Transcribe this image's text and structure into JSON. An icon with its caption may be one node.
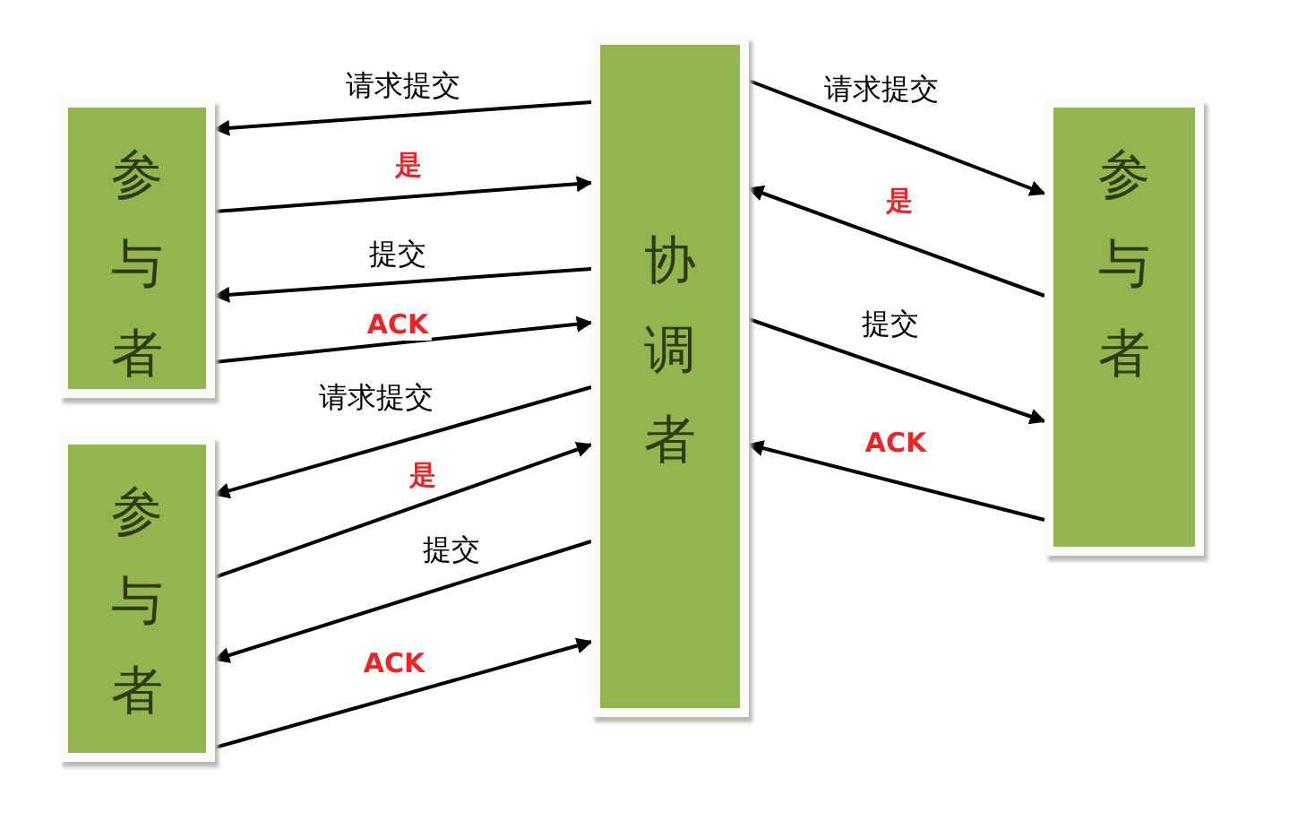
{
  "diagram": {
    "nodes": [
      {
        "text": [
          "参与者"
        ]
      },
      {
        "text": [
          "参与者"
        ]
      },
      {
        "text": [
          "协调者"
        ]
      },
      {
        "text": [
          "参与者"
        ]
      }
    ],
    "edges": [
      {
        "from": 2,
        "to": 0,
        "arrow": "to",
        "label": "请求提交"
      },
      {
        "from": 0,
        "to": 2,
        "arrow": "to",
        "label": "是"
      },
      {
        "from": 2,
        "to": 0,
        "arrow": "to",
        "label": "提交"
      },
      {
        "from": 0,
        "to": 2,
        "arrow": "to",
        "label": "ACK"
      },
      {
        "from": 2,
        "to": 1,
        "arrow": "to",
        "label": "请求提交"
      },
      {
        "from": 1,
        "to": 2,
        "arrow": "to",
        "label": "是"
      },
      {
        "from": 2,
        "to": 1,
        "arrow": "to",
        "label": "提交"
      },
      {
        "from": 1,
        "to": 2,
        "arrow": "to",
        "label": "ACK"
      },
      {
        "from": 2,
        "to": 3,
        "arrow": "to",
        "label": "请求提交"
      },
      {
        "from": 3,
        "to": 2,
        "arrow": "to",
        "label": "是"
      },
      {
        "from": 2,
        "to": 3,
        "arrow": "to",
        "label": "提交"
      },
      {
        "from": 3,
        "to": 2,
        "arrow": "to",
        "label": "ACK"
      }
    ]
  }
}
